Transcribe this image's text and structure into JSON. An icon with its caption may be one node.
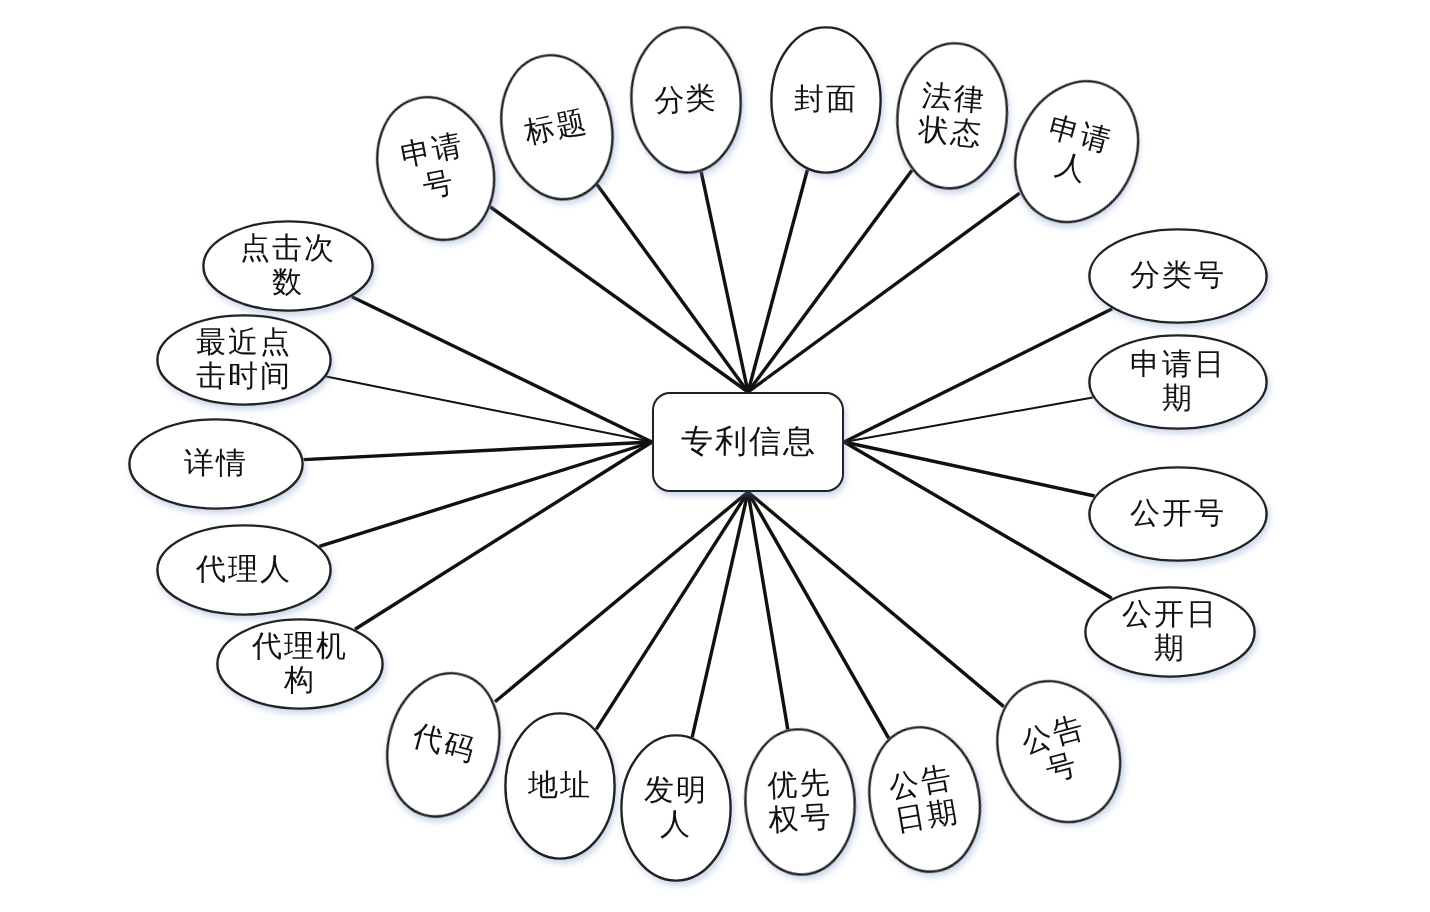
{
  "diagram": {
    "nodes": [
      {
        "text": [
          "专利信息"
        ]
      },
      {
        "text": [
          "申请号"
        ]
      },
      {
        "text": [
          "标题"
        ]
      },
      {
        "text": [
          "分类"
        ]
      },
      {
        "text": [
          "封面"
        ]
      },
      {
        "text": [
          "法律状态"
        ]
      },
      {
        "text": [
          "申请人"
        ]
      },
      {
        "text": [
          "分类号"
        ]
      },
      {
        "text": [
          "申请日期"
        ]
      },
      {
        "text": [
          "公开号"
        ]
      },
      {
        "text": [
          "公开日期"
        ]
      },
      {
        "text": [
          "公告号"
        ]
      },
      {
        "text": [
          "公告日期"
        ]
      },
      {
        "text": [
          "优先权号"
        ]
      },
      {
        "text": [
          "发明人"
        ]
      },
      {
        "text": [
          "地址"
        ]
      },
      {
        "text": [
          "代码"
        ]
      },
      {
        "text": [
          "代理机构"
        ]
      },
      {
        "text": [
          "代理人"
        ]
      },
      {
        "text": [
          "详情"
        ]
      },
      {
        "text": [
          "最近点击时间"
        ]
      },
      {
        "text": [
          "点击次数"
        ]
      }
    ],
    "edges": [
      {
        "from": 0,
        "to": 1,
        "arrow": "none"
      },
      {
        "from": 0,
        "to": 2,
        "arrow": "none"
      },
      {
        "from": 0,
        "to": 3,
        "arrow": "none"
      },
      {
        "from": 0,
        "to": 4,
        "arrow": "none"
      },
      {
        "from": 0,
        "to": 5,
        "arrow": "none"
      },
      {
        "from": 0,
        "to": 6,
        "arrow": "none"
      },
      {
        "from": 0,
        "to": 7,
        "arrow": "none"
      },
      {
        "from": 0,
        "to": 8,
        "arrow": "none"
      },
      {
        "from": 0,
        "to": 9,
        "arrow": "none"
      },
      {
        "from": 0,
        "to": 10,
        "arrow": "none"
      },
      {
        "from": 0,
        "to": 11,
        "arrow": "none"
      },
      {
        "from": 0,
        "to": 12,
        "arrow": "none"
      },
      {
        "from": 0,
        "to": 13,
        "arrow": "none"
      },
      {
        "from": 0,
        "to": 14,
        "arrow": "none"
      },
      {
        "from": 0,
        "to": 15,
        "arrow": "none"
      },
      {
        "from": 0,
        "to": 16,
        "arrow": "none"
      },
      {
        "from": 0,
        "to": 17,
        "arrow": "none"
      },
      {
        "from": 0,
        "to": 18,
        "arrow": "none"
      },
      {
        "from": 0,
        "to": 19,
        "arrow": "none"
      },
      {
        "from": 0,
        "to": 20,
        "arrow": "none"
      },
      {
        "from": 0,
        "to": 21,
        "arrow": "none"
      }
    ]
  }
}
